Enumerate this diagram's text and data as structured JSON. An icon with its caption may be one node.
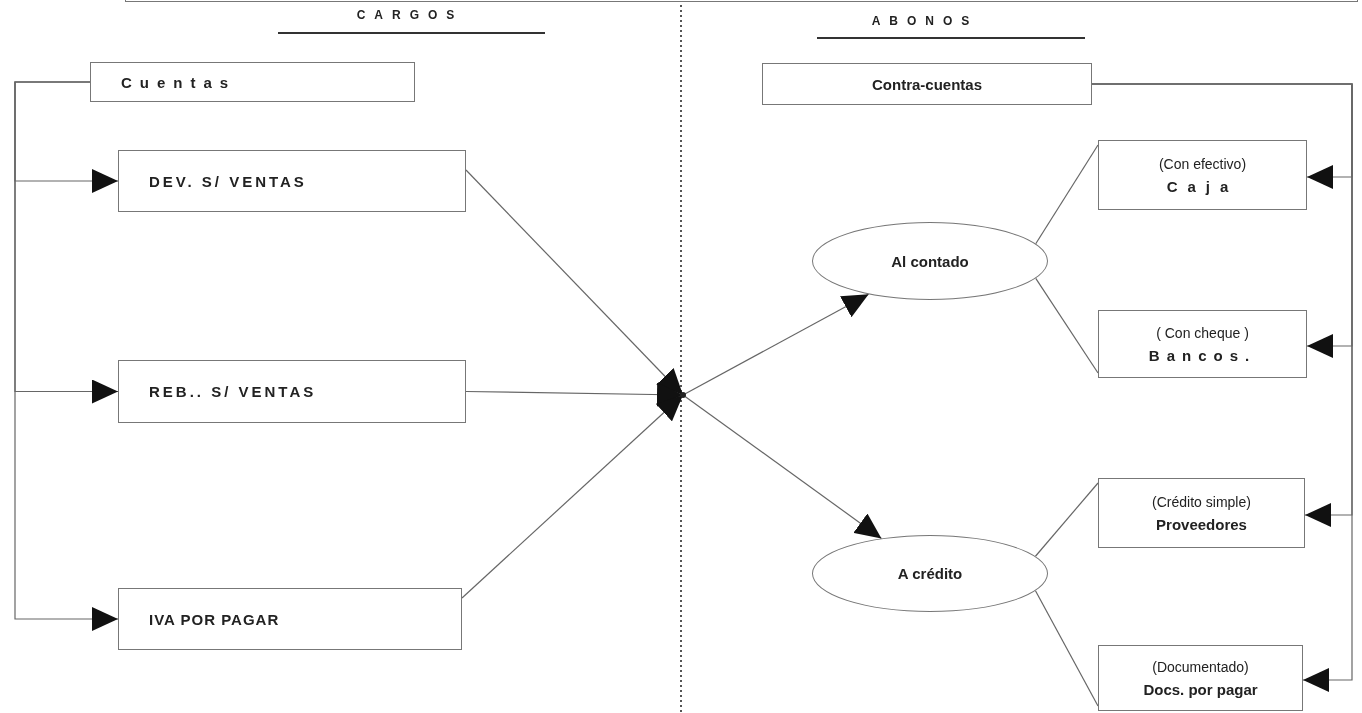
{
  "diagram": {
    "nodes": [
      {
        "text": [],
        "shape": "box"
      },
      {
        "text": [
          "Cuentas"
        ]
      },
      {
        "text": [
          "DEV. S/ VENTAS"
        ]
      },
      {
        "text": [
          "REB.. S/ VENTAS"
        ]
      },
      {
        "text": [
          "IVA POR PAGAR"
        ]
      },
      {
        "text": [
          "Contra-cuentas"
        ]
      },
      {
        "text": [
          "Al contado"
        ]
      },
      {
        "text": [
          "A crédito"
        ]
      },
      {
        "text": [
          "(Con efectivo)",
          "Caja"
        ]
      },
      {
        "text": [
          "( Con cheque )",
          "Bancos."
        ]
      },
      {
        "text": [
          "(Crédito simple)",
          "Proveedores"
        ]
      },
      {
        "text": [
          "(Documentado)",
          "Docs. por pagar"
        ]
      },
      {
        "text": [],
        "shape": "point"
      }
    ],
    "edges": [
      {
        "from": 1,
        "to": 2,
        "arrow": "to"
      },
      {
        "from": 1,
        "to": 3,
        "arrow": "to"
      },
      {
        "from": 1,
        "to": 4,
        "arrow": "to"
      },
      {
        "from": 2,
        "to": 12,
        "arrow": "to"
      },
      {
        "from": 3,
        "to": 12,
        "arrow": "to"
      },
      {
        "from": 4,
        "to": 12,
        "arrow": "to"
      },
      {
        "from": 12,
        "to": 6,
        "arrow": "to"
      },
      {
        "from": 12,
        "to": 7,
        "arrow": "to"
      },
      {
        "from": 6,
        "to": 8,
        "arrow": "none"
      },
      {
        "from": 6,
        "to": 9,
        "arrow": "none"
      },
      {
        "from": 7,
        "to": 10,
        "arrow": "none"
      },
      {
        "from": 7,
        "to": 11,
        "arrow": "none"
      },
      {
        "from": 5,
        "to": 8,
        "arrow": "to"
      },
      {
        "from": 5,
        "to": 9,
        "arrow": "to"
      },
      {
        "from": 5,
        "to": 10,
        "arrow": "to"
      },
      {
        "from": 5,
        "to": 11,
        "arrow": "to"
      }
    ],
    "labels": [
      "CARGOS",
      "ABONOS"
    ]
  }
}
